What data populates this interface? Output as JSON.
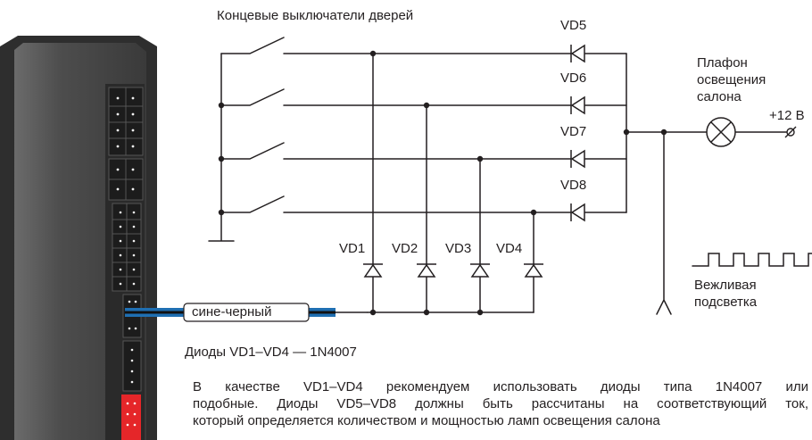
{
  "title": "Концевые выключатели дверей",
  "lamp_label_lines": [
    "Плафон",
    "освещения",
    "салона"
  ],
  "supply_label": "+12 В",
  "wire_label": "сине-черный",
  "signal_label_lines": [
    "Вежливая",
    "подсветка"
  ],
  "diodes_top": [
    "VD5",
    "VD6",
    "VD7",
    "VD8"
  ],
  "diodes_bottom": [
    "VD1",
    "VD2",
    "VD3",
    "VD4"
  ],
  "diodes_note": "Диоды VD1–VD4  — 1N4007",
  "description_lines": [
    "В качестве VD1–VD4 рекомендуем использовать диоды типа 1N4007 или",
    "подобные. Диоды VD5–VD8 должны быть рассчитаны на соответствующий ток,",
    "который определяется количеством и мощностью ламп освещения салона"
  ],
  "colors": {
    "line": "#231f20",
    "device_body": "#4a4a4a",
    "device_dark": "#2c2c2c",
    "wire_blue": "#1f6fb2",
    "connector_red": "#e52629"
  }
}
